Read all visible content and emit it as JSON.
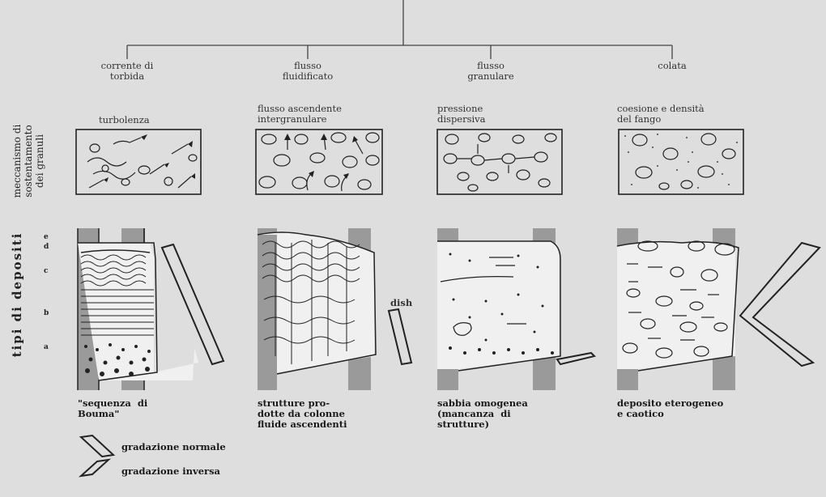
{
  "processes": [
    {
      "label": "corrente di\ntorbida"
    },
    {
      "label": "flusso\nfluidificato"
    },
    {
      "label": "flusso\ngranulare"
    },
    {
      "label": "colata"
    }
  ],
  "mechanisms": [
    {
      "label": "turbolenza"
    },
    {
      "label": "flusso ascendente\nintergranulare"
    },
    {
      "label": "pressione\ndispersiva"
    },
    {
      "label": "coesione e densità\ndel fango"
    }
  ],
  "row_labels": {
    "mechanism": "meccanismo di\nsostentamento\ndei granuli",
    "deposits": "tipi di depositi"
  },
  "bouma_letters": [
    "e",
    "d",
    "c",
    "b",
    "a"
  ],
  "dish_label": "dish",
  "deposit_captions": [
    {
      "text": "\"sequenza  di\nBouma\""
    },
    {
      "text": "strutture pro-\ndotte da colonne\nfluide ascendenti"
    },
    {
      "text": "sabbia omogenea\n(mancanza  di\nstrutture)"
    },
    {
      "text": "deposito eterogeneo\ne caotico"
    }
  ],
  "legend": [
    {
      "label": "gradazione normale",
      "icon": "normal-grading-icon"
    },
    {
      "label": "gradazione inversa",
      "icon": "inverse-grading-icon"
    }
  ]
}
